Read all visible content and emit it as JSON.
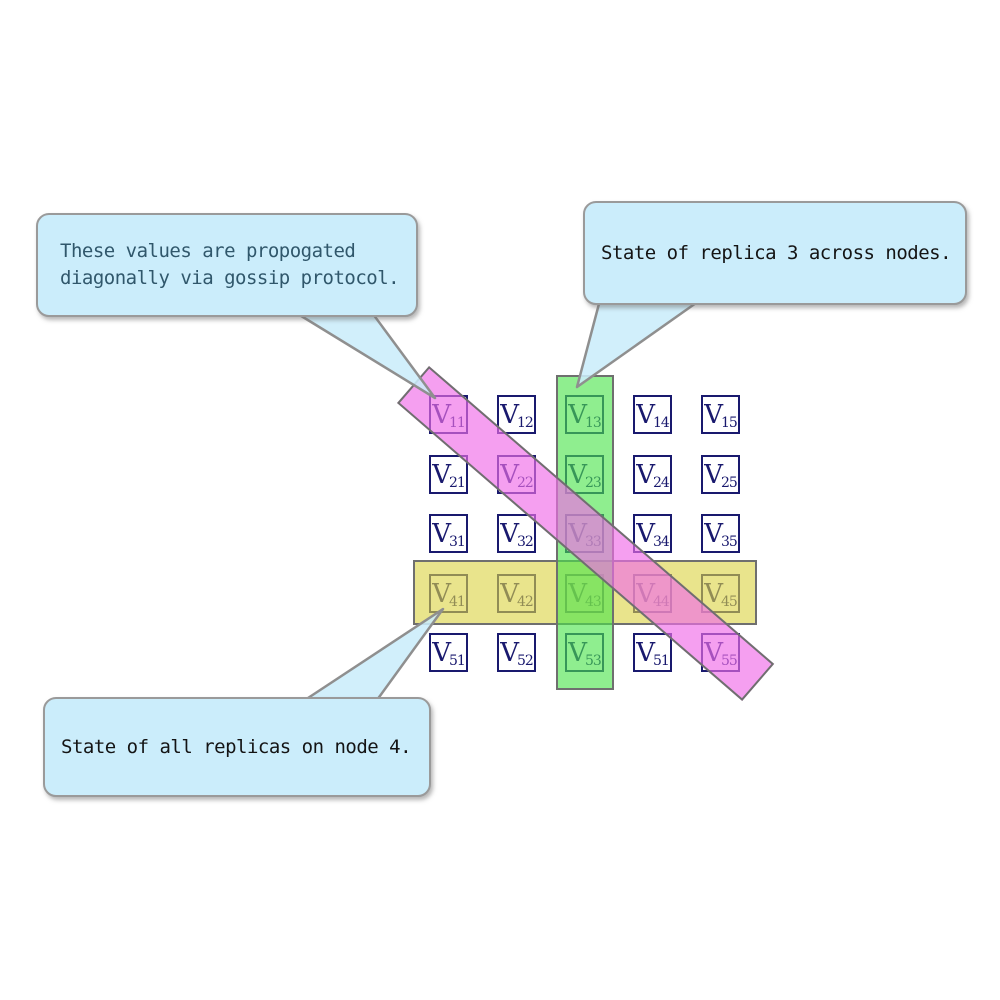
{
  "diagram_title": "replicated state matrix with gossip propagation",
  "callouts": [
    {
      "id": "gossip",
      "lines": [
        "These values are propogated",
        "diagonally via gossip protocol."
      ],
      "text_color": "#30576B",
      "points_to": "diagonal band at V11"
    },
    {
      "id": "replica",
      "lines": [
        "State of replica 3 across nodes."
      ],
      "text_color": "#141414",
      "points_to": "top of column 3 band"
    },
    {
      "id": "node",
      "lines": [
        "State of all replicas on node 4."
      ],
      "text_color": "#141414",
      "points_to": "row 4 band at V41"
    }
  ],
  "callout_style": {
    "fill": "#CBEDFB",
    "border": "#9A9A9A"
  },
  "matrix": {
    "rows": [
      [
        "V11",
        "V12",
        "V13",
        "V14",
        "V15"
      ],
      [
        "V21",
        "V22",
        "V23",
        "V24",
        "V25"
      ],
      [
        "V31",
        "V32",
        "V33",
        "V34",
        "V35"
      ],
      [
        "V41",
        "V42",
        "V43",
        "V44",
        "V45"
      ],
      [
        "V51",
        "V52",
        "V53",
        "V51",
        "V55"
      ]
    ],
    "cell_border_color": "#19196E",
    "text_color": "#19196E"
  },
  "highlights": {
    "diagonal": {
      "name": "gossip-diagonal",
      "color": "#F06EE8",
      "alpha": 0.66,
      "covers": [
        "V11",
        "V22",
        "V33",
        "V44",
        "V55"
      ]
    },
    "column": {
      "name": "replica-3-column",
      "color": "#4AE44A",
      "alpha": 0.62,
      "covers": [
        "V13",
        "V23",
        "V33",
        "V43",
        "V53"
      ]
    },
    "row": {
      "name": "node-4-row",
      "color": "#DBD445",
      "alpha": 0.62,
      "covers": [
        "V41",
        "V42",
        "V43",
        "V44",
        "V45"
      ]
    }
  }
}
